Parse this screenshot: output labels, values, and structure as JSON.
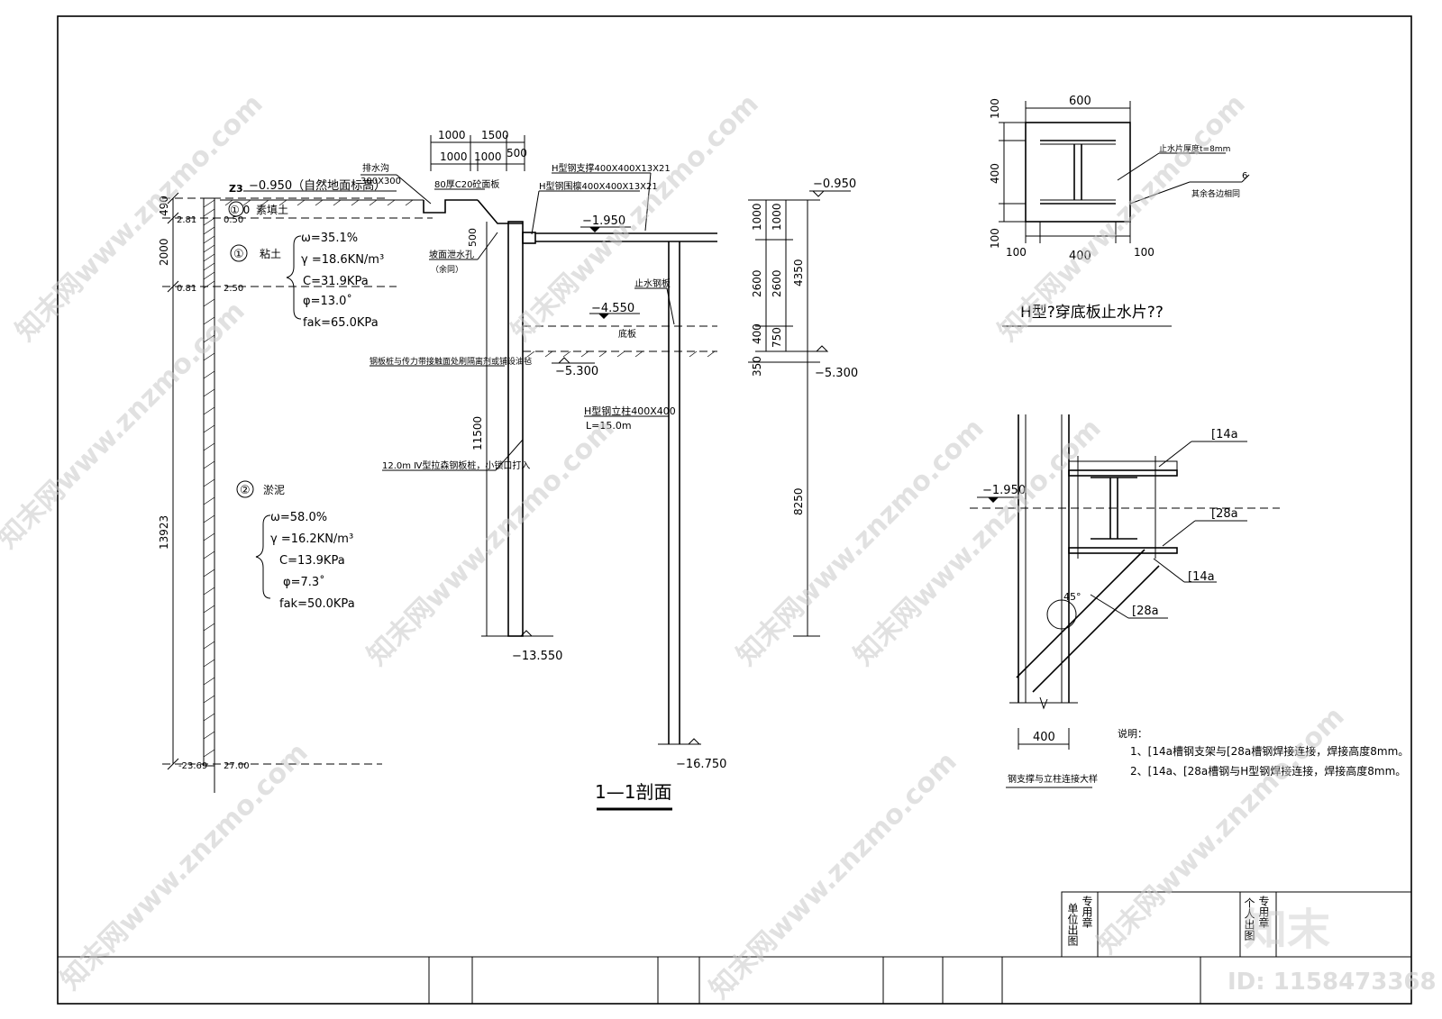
{
  "soil": {
    "hole_id": "Z3",
    "layer0": {
      "num": "① 0",
      "name": "素填土"
    },
    "layer1": {
      "num": "①",
      "name": "粘土",
      "w": "ω=35.1%",
      "g": "γ =18.6KN/m³",
      "c": "C=31.9KPa",
      "phi": "φ=13.0˚",
      "fak": "fak=65.0KPa"
    },
    "layer2": {
      "num": "②",
      "name": "淤泥",
      "w": "ω=58.0%",
      "g": "γ =16.2KN/m³",
      "c": "C=13.9KPa",
      "phi": "φ=7.3˚",
      "fak": "fak=50.0KPa"
    },
    "dims": {
      "d1": "490",
      "d2": "2000",
      "d3": "13923"
    },
    "elev_left": {
      "e1": "2.81",
      "e2": "0.81",
      "e3": "-23.69"
    },
    "elev_right": {
      "e1": "0.50",
      "e2": "2.50",
      "e3": "27.00"
    }
  },
  "section": {
    "title": "1—1剖面",
    "ground": "−0.950（自然地面标高）",
    "top_dims": {
      "a": "1000",
      "b": "1500",
      "c": "1000",
      "d": "1000",
      "e": "500"
    },
    "ditch_label": "排水沟",
    "ditch_size": "300X300",
    "concrete_label": "80厚C20砼面板",
    "strut_label": "H型钢支撑400X400X13X21",
    "waler_label": "H型钢围檩400X400X13X21",
    "drain_label": "坡面泄水孔",
    "drain_note": "（余同）",
    "slope_dim": "500",
    "elev_1950": "−1.950",
    "elev_4550": "−4.550",
    "floor_label": "底板",
    "waterstop_label": "止水钢板",
    "elev_5300": "−5.300",
    "pile_note": "钢板桩与传力带接触面处刷隔离剂或铺设油毡",
    "pile_dim": "11500",
    "column_label": "H型钢立柱400X400",
    "column_len": "L=15.0m",
    "sheet_pile_label": "12.0m Ⅳ型拉森钢板桩，小锁口打入",
    "elev_13550": "−13.550",
    "elev_16750": "−16.750"
  },
  "right_dims": {
    "top_elev": "−0.950",
    "a1": "1000",
    "a2": "2600",
    "a3": "400",
    "b1": "1000",
    "b2": "2600",
    "b3": "750",
    "b4": "350",
    "c1": "4350",
    "c2": "8250",
    "bottom_elev": "−5.300"
  },
  "detail_plate": {
    "title": "H型?穿底板止水片??",
    "top_dim": "600",
    "left_top": "100",
    "left_mid": "400",
    "left_bot": "100",
    "bot_left": "100",
    "bot_mid": "400",
    "bot_right": "100",
    "note1": "止水片厚度t=8mm",
    "weld": "6",
    "note2": "其余各边相同"
  },
  "detail_conn": {
    "title": "钢支撑与立柱连接大样",
    "elev": "−1.950",
    "l1": "[14a",
    "l2": "[28a",
    "l3": "[14a",
    "l4": "[28a",
    "angle": "45°",
    "dim": "400"
  },
  "notes": {
    "head": "说明：",
    "n1": "1、[14a槽钢支架与[28a槽钢焊接连接，焊接高度8mm。",
    "n2": "2、[14a、[28a槽钢与H型钢焊接连接，焊接高度8mm。"
  },
  "titleblock": {
    "unit_label": "单位出图",
    "unit_seal": "专用章",
    "person_label": "个人出图",
    "person_seal": "专用章"
  },
  "watermark": {
    "text": "知末网www.znzmo.com",
    "logo": "知末",
    "id": "ID: 1158473368"
  }
}
